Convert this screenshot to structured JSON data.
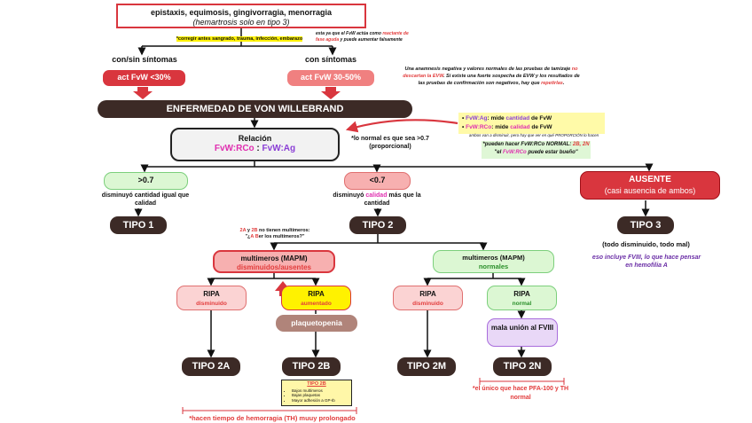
{
  "top": {
    "line1": "epistaxis, equimosis, gingivorragia, menorragia",
    "line2": "(hemartrosis solo en tipo 3)"
  },
  "notes": {
    "corregir": "*corregir antes sangrado, trauma, infección, embarazo",
    "reactante_a": "esta ya que el FvW actúa como ",
    "reactante_b": "reactante de fase aguda",
    "reactante_c": " y puede aumentar falsamente",
    "anamnesis_a": "Una anamnesis negativa y valores normales de las pruebas de tamizaje ",
    "anamnesis_b": "no descartan la EVW",
    "anamnesis_c": ". Si existe una fuerte sospecha de EVW y los resultados de las pruebas de confirmación son negativos, hay que ",
    "anamnesis_d": "repetirlas",
    "anamnesis_e": "."
  },
  "branches": {
    "sin": "con/sin síntomas",
    "con": "con síntomas",
    "act_low": "act FvW <30%",
    "act_mid": "act FvW 30-50%"
  },
  "evw": "ENFERMEDAD DE VON WILLEBRAND",
  "legend": {
    "ag_label": "FvW:Ag",
    "ag_text": ": mide ",
    "ag_word": "cantidad",
    "ag_end": " de FvW",
    "rco_label": "FvW:RCo",
    "rco_text": ": mide ",
    "rco_word": "calidad",
    "rco_end": " de FvW",
    "small": "ambos van a disminuir, pero hay que ver en qué PROPORCIÓN lo hacen",
    "green_a": "*pueden hacer FvW:RCo NORMAL: ",
    "green_b": "2B, 2N",
    "green_c": "\"el ",
    "green_d": "FvW:RCo",
    "green_e": " puede estar bueño\""
  },
  "relacion": {
    "title": "Relación",
    "num": "FvW:RCo",
    "sep": " : ",
    "den": "FvW:Ag"
  },
  "normal_note": "*lo normal es que sea >0.7 (proporcional)",
  "gt": "&gt;0.7",
  "gt_text": ">0.7",
  "lt_text": "<0.7",
  "ausente": {
    "title": "AUSENTE",
    "sub": "(casi ausencia de ambos)"
  },
  "desc1": "disminuyó cantidad igual que calidad",
  "desc2_a": "disminuyó ",
  "desc2_b": "calidad",
  "desc2_c": " más que la cantidad",
  "tipos": {
    "t1": "TIPO 1",
    "t2": "TIPO 2",
    "t3": "TIPO 3"
  },
  "tipo3_note": "(todo disminuido, todo mal)",
  "fviii_note": "eso incluye FVIII, lo que hace pensar en hemofilia A",
  "mult_note": {
    "a": "2A",
    "b": " y ",
    "c": "2B",
    "d": " no tienen multímeros:",
    "e": "\"¿",
    "f": "A",
    "g": " B",
    "h": "er los multímeros?\""
  },
  "mapm1": {
    "title": "multimeros (MAPM)",
    "sub": "disminuidos/ausentes"
  },
  "mapm2": {
    "title": "multimeros (MAPM)",
    "sub": "normales"
  },
  "ripa": [
    {
      "title": "RIPA",
      "sub": "disminuido"
    },
    {
      "title": "RIPA",
      "sub": "aumentado"
    },
    {
      "title": "RIPA",
      "sub": "disminuido"
    },
    {
      "title": "RIPA",
      "sub": "normal"
    }
  ],
  "plaquetopenia": "plaquetopenia",
  "mala_union": "mala unión al FVIII",
  "subtipos": {
    "a": "TIPO 2A",
    "b": "TIPO 2B",
    "m": "TIPO 2M",
    "n": "TIPO 2N"
  },
  "box2b": {
    "title": "TIPO 2B",
    "items": [
      "Bajos multímeros",
      "Bajas plaquetas",
      "Mayor adhesión a GP-Ib"
    ]
  },
  "pfa_note": "*el único que hace PFA-100 y TH normal",
  "th_note": "*hacen tiempo de hemorragia (TH) muuy prolongado",
  "colors": {
    "red": "#d9363e",
    "brown": "#3c2a26",
    "green": "#7ccf7c",
    "pink": "#e02fb0",
    "purple": "#8b3fd6"
  }
}
